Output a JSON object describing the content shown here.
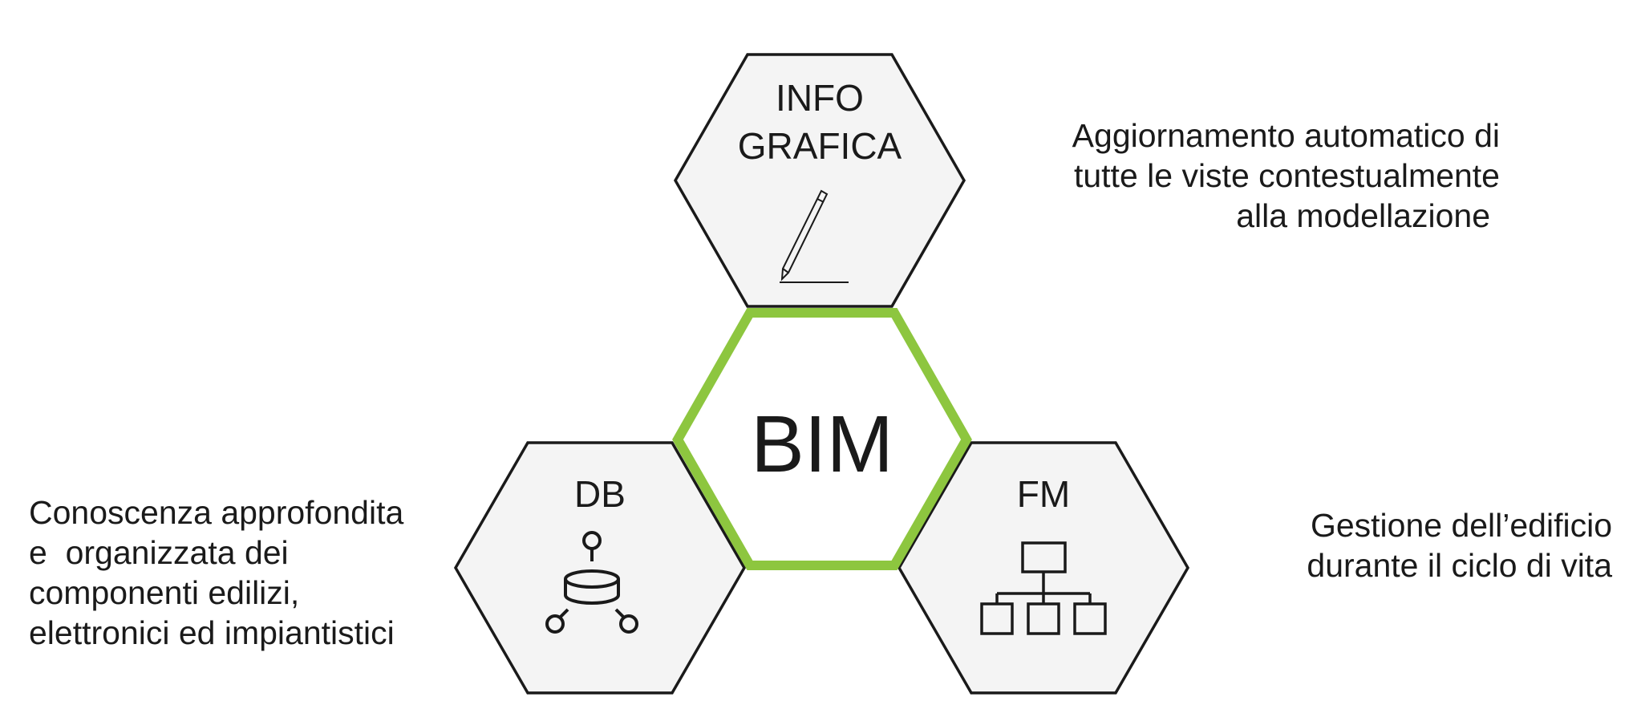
{
  "center": {
    "label": "BIM"
  },
  "info": {
    "line1": "INFO",
    "line2": "GRAFICA",
    "description": [
      "Aggiornamento automatico di",
      "tutte le viste contestualmente",
      "alla modellazione"
    ]
  },
  "db": {
    "label": "DB",
    "description": [
      "Conoscenza approfondita",
      "e  organizzata dei",
      "componenti edilizi,",
      "elettronici ed impiantistici"
    ]
  },
  "fm": {
    "label": "FM",
    "description": [
      "Gestione dell’edificio",
      "durante il ciclo di vita"
    ]
  },
  "colors": {
    "accent_green": "#8dc63f",
    "hex_fill": "#f4f4f4",
    "stroke": "#1a1a1a"
  },
  "icons": {
    "info": "pencil-icon",
    "db": "database-icon",
    "fm": "org-chart-icon"
  }
}
